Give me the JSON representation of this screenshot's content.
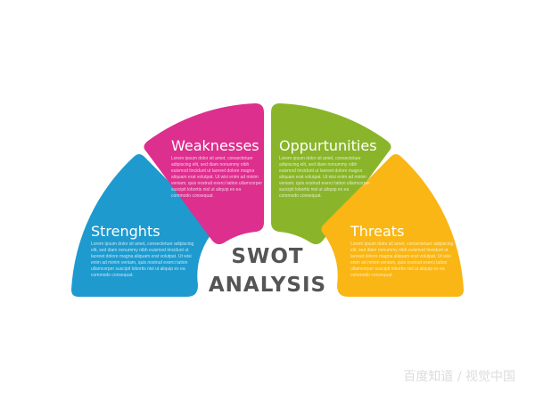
{
  "center": {
    "line1": "SWOT",
    "line2": "ANALYSIS",
    "color": "#555555"
  },
  "segments": [
    {
      "title": "Strenghts",
      "color": "#1E9ACF",
      "body": [
        "Lorem ipsum dolor sit amet, consectetuer adipiscing",
        "elit, sed diam nonummy nibh euismod tincidunt ut",
        "laoreet dolore magna aliquam erat volutpat. Ut wisi",
        "enim ad minim veniam, quis nostrud exerci tation",
        "ullamcorper suscipit lobortis nisl ut aliquip ex ea",
        "commodo consequat."
      ]
    },
    {
      "title": "Weaknesses",
      "color": "#DD2F8E",
      "body": [
        "Lorem ipsum dolor sit amet, consectetuer",
        "adipiscing elit, sed diam nonummy nibh",
        "euismod tincidunt ut laoreet dolore magna",
        "aliquam erat volutpat. Ut wisi enim ad minim",
        "veniam, quis nostrud exerci tation ullamcorper",
        "suscipit lobortis nisl ut aliquip ex ea",
        "commodo consequat."
      ]
    },
    {
      "title": "Oppurtunities",
      "color": "#8AB52A",
      "body": [
        "Lorem ipsum dolor sit amet, consectetuer",
        "adipiscing elit, sed diam nonummy nibh",
        "euismod tincidunt ut laoreet dolore magna",
        "aliquam erat volutpat. Ut wisi enim ad minim",
        "veniam, quis nostrud exerci tation ullamcorper",
        "suscipit lobortis nisl ut aliquip ex ea",
        "commodo consequat."
      ]
    },
    {
      "title": "Threats",
      "color": "#F9B614",
      "body": [
        "Lorem ipsum dolor sit amet, consectetuer adipiscing",
        "elit, sed diam nonummy nibh euismod tincidunt ut",
        "laoreet dolore magna aliquam erat volutpat. Ut wisi",
        "enim ad minim veniam, quis nostrud exerci tation",
        "ullamcorper suscipit lobortis nisl ut aliquip ex ea",
        "commodo consequat."
      ]
    }
  ],
  "watermark": "百度知道 / 视觉中国"
}
